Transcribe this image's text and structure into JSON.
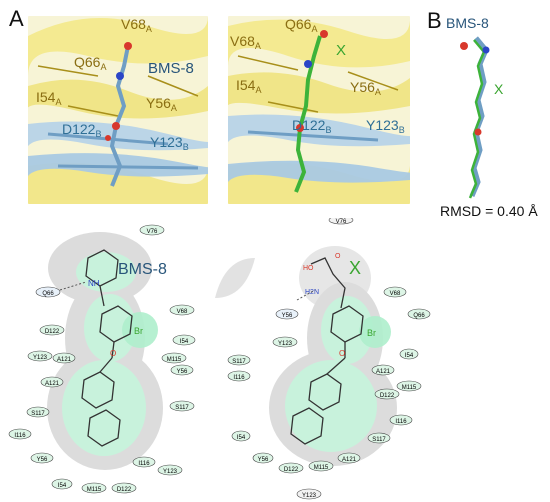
{
  "panels": {
    "a": "A",
    "b": "B"
  },
  "structure_left": {
    "v68": "V68",
    "v68_sub": "A",
    "q66": "Q66",
    "q66_sub": "A",
    "i54": "I54",
    "i54_sub": "A",
    "y56": "Y56",
    "y56_sub": "A",
    "d122": "D122",
    "d122_sub": "B",
    "y123": "Y123",
    "y123_sub": "B",
    "ligand": "BMS-8"
  },
  "structure_right": {
    "v68": "V68",
    "v68_sub": "A",
    "q66": "Q66",
    "q66_sub": "A",
    "i54": "I54",
    "i54_sub": "A",
    "y56": "Y56",
    "y56_sub": "A",
    "d122": "D122",
    "d122_sub": "B",
    "y123": "Y123",
    "y123_sub": "B",
    "ligand": "X"
  },
  "overlay": {
    "ligand_a": "BMS-8",
    "ligand_b": "X",
    "rmsd": "RMSD = 0.40 Å"
  },
  "diagram_left": {
    "title": "BMS-8",
    "nh": "NH",
    "br": "Br",
    "o": "O",
    "residues": [
      "V76",
      "Q66",
      "V68",
      "D122",
      "I54",
      "Y123",
      "A121",
      "M115",
      "Y56",
      "A121",
      "S117",
      "I116",
      "Y56",
      "I116",
      "Y123",
      "I54",
      "M115",
      "D122"
    ]
  },
  "diagram_right": {
    "title": "X",
    "ho": "HO",
    "o": "O",
    "h2n": "H2N",
    "br": "Br",
    "o2": "O",
    "residues": [
      "V76",
      "V68",
      "Y56",
      "Q66",
      "Y123",
      "I54",
      "S117",
      "A121",
      "I116",
      "M115",
      "D122",
      "I116",
      "I54",
      "S117",
      "Y56",
      "A121",
      "D122",
      "M115",
      "Y123"
    ]
  }
}
